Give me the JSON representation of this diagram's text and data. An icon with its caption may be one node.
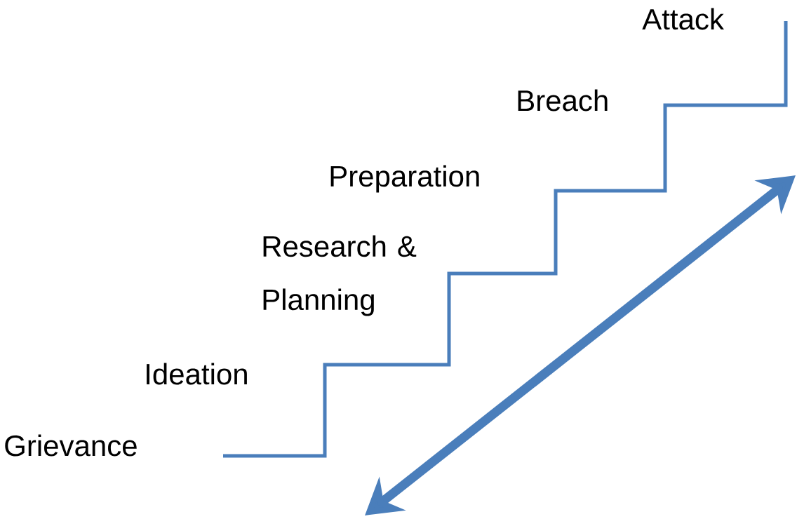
{
  "diagram": {
    "labels": [
      "Attack",
      "Breach",
      "Preparation",
      "Research & Planning",
      "Ideation",
      "Grievance"
    ]
  }
}
